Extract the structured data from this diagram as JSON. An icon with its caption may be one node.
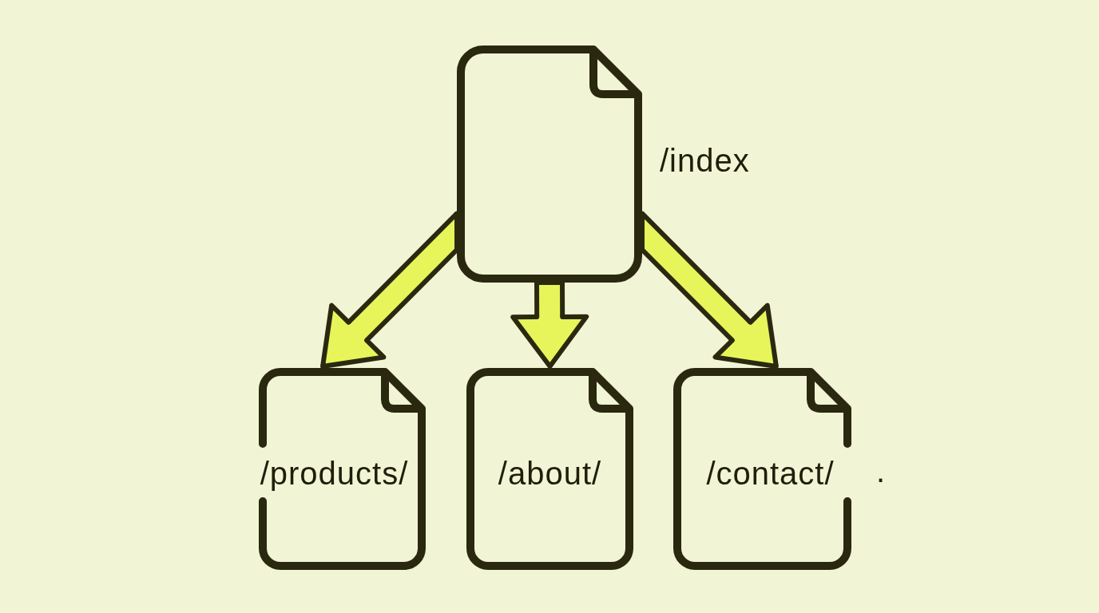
{
  "diagram": {
    "nodes": [
      {
        "text": [],
        "shape": "document",
        "beside": [
          "/index"
        ]
      },
      {
        "text": [
          "/products/"
        ]
      },
      {
        "text": [
          "/about/"
        ]
      },
      {
        "text": [
          "/contact/"
        ]
      }
    ],
    "edges": [
      {
        "from": 0,
        "to": 1,
        "arrow": "to"
      },
      {
        "from": 0,
        "to": 2,
        "arrow": "to"
      },
      {
        "from": 0,
        "to": 3,
        "arrow": "to"
      }
    ],
    "labels": [
      "."
    ]
  }
}
